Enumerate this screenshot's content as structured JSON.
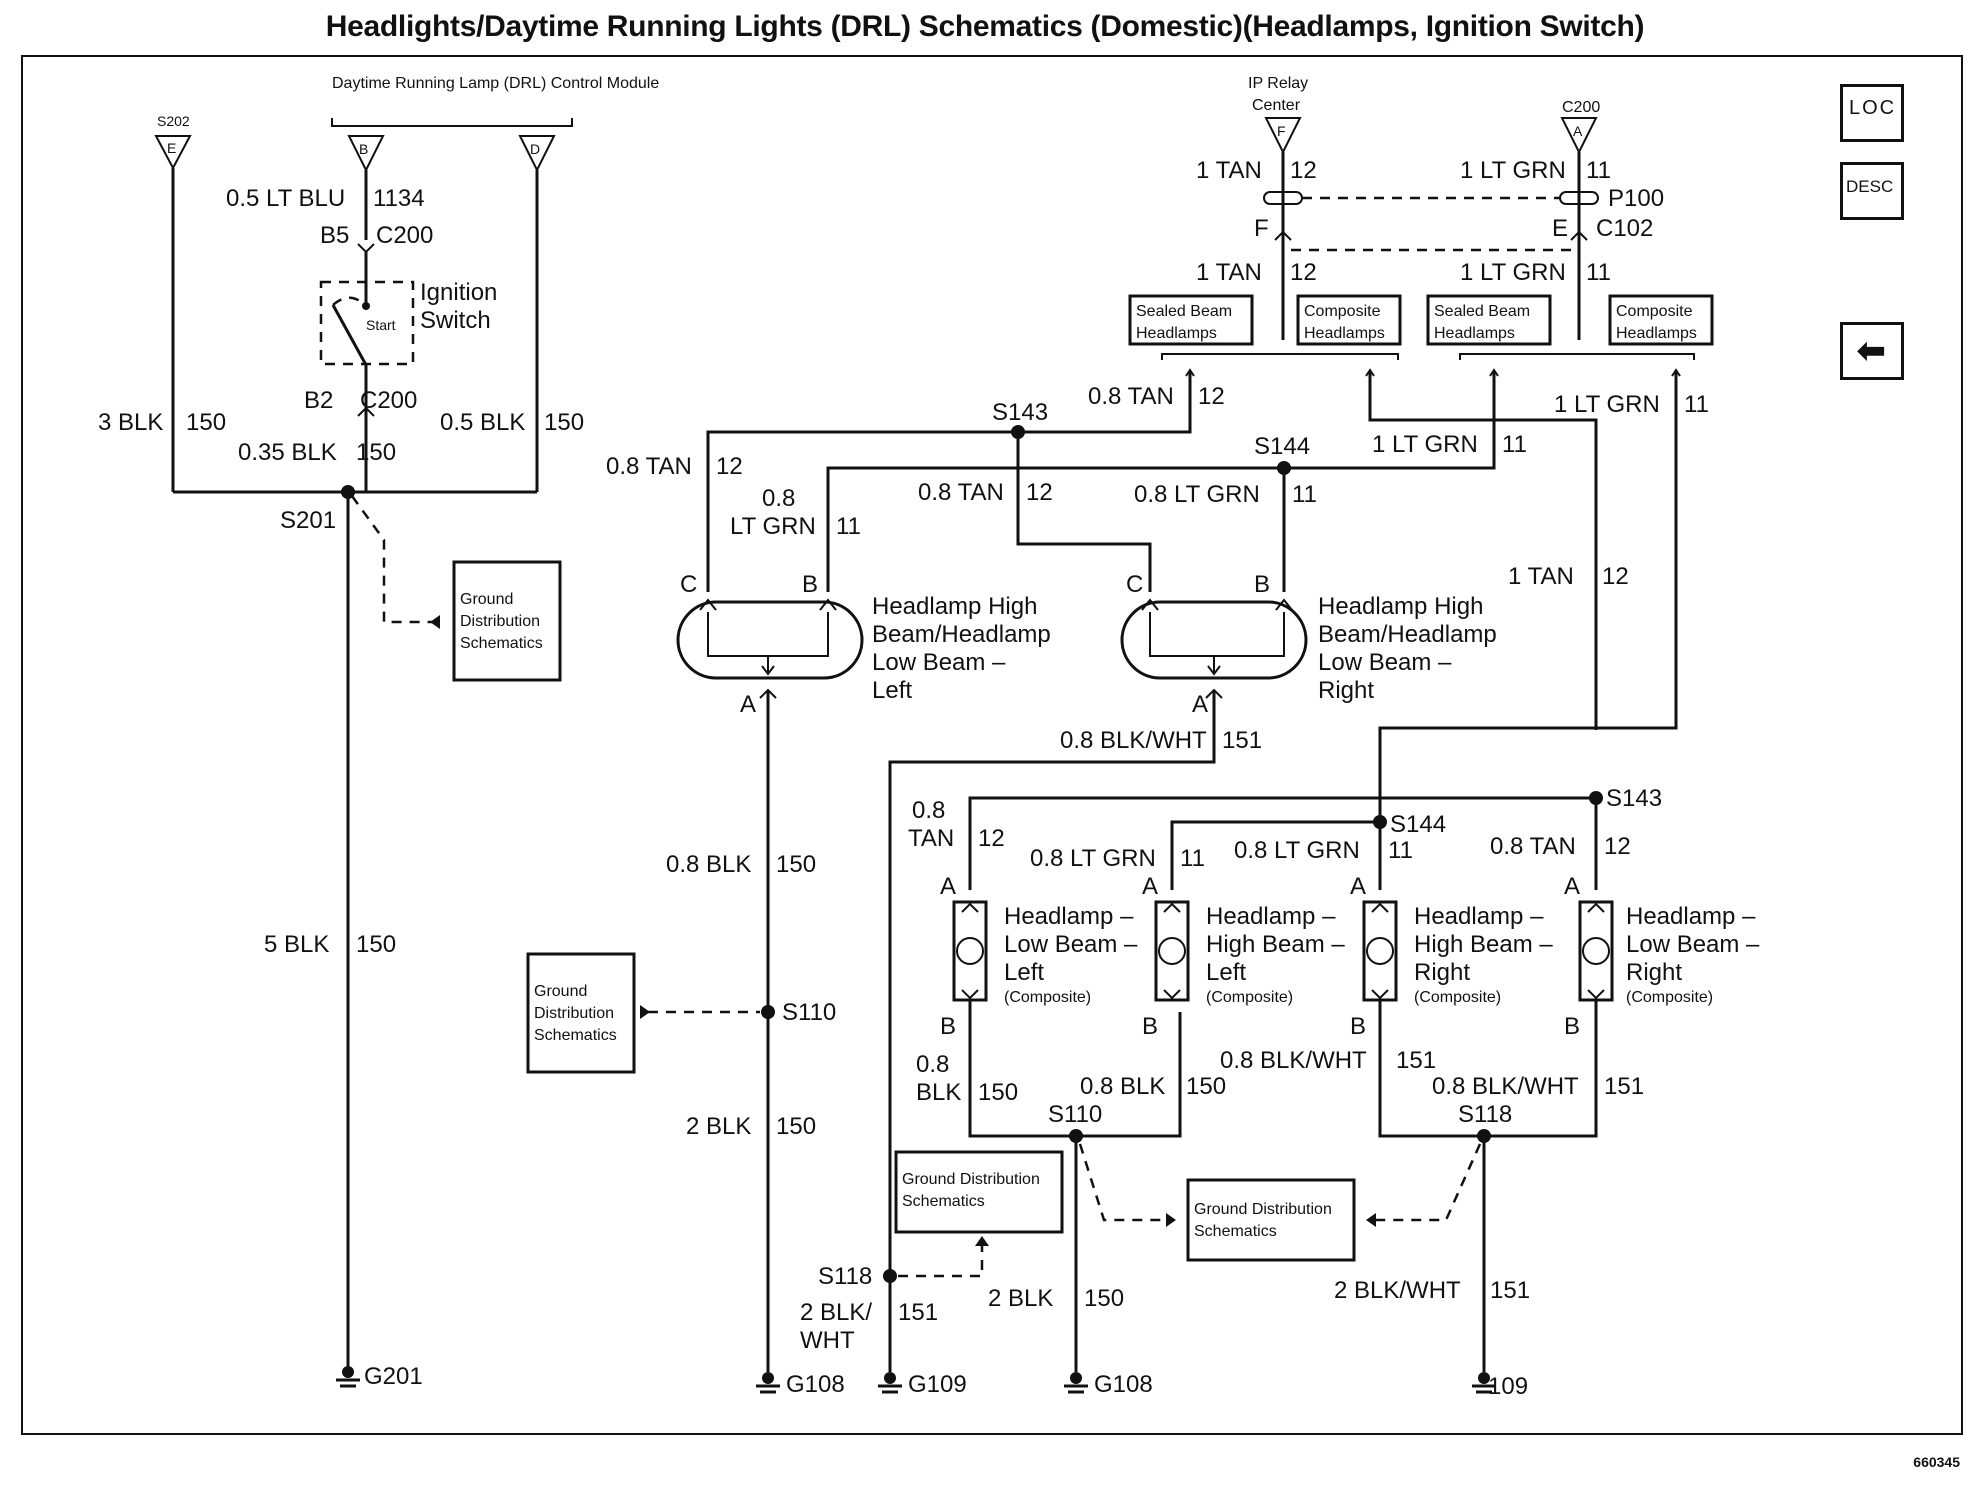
{
  "title": "Headlights/Daytime Running Lights (DRL) Schematics (Domestic)(Headlamps, Ignition Switch)",
  "figure_id": "660345",
  "nav": {
    "loc": "LOC",
    "desc": "DESC",
    "back_icon": "left-arrow-icon"
  },
  "connectors": {
    "s202": "S202",
    "s202_pin": "E",
    "drl_module": "Daytime Running Lamp (DRL) Control Module",
    "drl_pin_b": "B",
    "drl_pin_d": "D",
    "ip_relay": "IP Relay Center",
    "ip_pin": "F",
    "c200_top": "C200",
    "c200_pin": "A",
    "p100": "P100",
    "c102": "C102",
    "c102_f": "F",
    "c102_e": "E",
    "b5": "B5",
    "c200_b5": "C200",
    "b2": "B2",
    "c200_b2": "C200",
    "ignition": "Ignition Switch",
    "start": "Start"
  },
  "splices": {
    "s201": "S201",
    "s143_top": "S143",
    "s144_top": "S144",
    "s143_right": "S143",
    "s144_right": "S144",
    "s110_left": "S110",
    "s110_mid": "S110",
    "s118_right": "S118",
    "s118_left": "S118"
  },
  "grounds": {
    "g201": "G201",
    "g108_a": "G108",
    "g109_a": "G109",
    "g108_b": "G108",
    "g109_b": "109"
  },
  "wires": {
    "w_ltblu": "0.5 LT BLU",
    "w_1134": "1134",
    "w_3blk": "3 BLK",
    "w_150a": "150",
    "w_035blk": "0.35 BLK",
    "w_150b": "150",
    "w_05blk": "0.5 BLK",
    "w_150c": "150",
    "w_5blk": "5 BLK",
    "w_150d": "150",
    "w_1tan_top": "1 TAN",
    "w_12_top": "12",
    "w_1ltgrn_top": "1 LT GRN",
    "w_11_top": "11",
    "w_1tan_mid": "1 TAN",
    "w_12_mid": "12",
    "w_1ltgrn_mid": "1 LT GRN",
    "w_11_mid": "11",
    "w_08tan_s143": "0.8 TAN",
    "w_12_s143": "12",
    "w_1ltgrn_s144": "1 LT GRN",
    "w_11_s144": "11",
    "w_1ltgrn_right": "1 LT GRN",
    "w_11_right": "11",
    "w_08tan_left": "0.8 TAN",
    "w_12_left": "12",
    "w_08_ltgrn_a": "0.8",
    "w_08_ltgrn_b": "LT GRN",
    "w_11_left": "11",
    "w_08tan_mid": "0.8 TAN",
    "w_12_mid2": "12",
    "w_08ltgrn_mid": "0.8 LT GRN",
    "w_11_mid2": "11",
    "w_1tan_right": "1 TAN",
    "w_12_right": "12",
    "w_08blkwht": "0.8 BLK/WHT",
    "w_151": "151",
    "w_08blk": "0.8 BLK",
    "w_150e": "150",
    "w_2blk": "2 BLK",
    "w_150f": "150",
    "w_08tan_lo_a": "0.8",
    "w_08tan_lo_b": "TAN",
    "w_12_lo": "12",
    "w_08ltgrn_hl": "0.8 LT GRN",
    "w_11_hl": "11",
    "w_08ltgrn_hr": "0.8 LT GRN",
    "w_11_hr": "11",
    "w_08tan_lr": "0.8 TAN",
    "w_12_lr": "12",
    "w_08blk_b_a": "0.8",
    "w_08blk_b_b": "BLK",
    "w_150_b1": "150",
    "w_08blk_b2": "0.8 BLK",
    "w_150_b2": "150",
    "w_08bw_b3": "0.8 BLK/WHT",
    "w_151_b3": "151",
    "w_08bw_b4": "0.8 BLK/WHT",
    "w_151_b4": "151",
    "w_2blkwht_a": "2 BLK/",
    "w_2blkwht_b": "WHT",
    "w_151_g109": "151",
    "w_2blk_g108": "2 BLK",
    "w_150_g108": "150",
    "w_2blkwht_r": "2 BLK/WHT",
    "w_151_r": "151"
  },
  "boxes": {
    "sealed_1a": "Sealed Beam",
    "sealed_1b": "Headlamps",
    "comp_1a": "Composite",
    "comp_1b": "Headlamps",
    "sealed_2a": "Sealed Beam",
    "sealed_2b": "Headlamps",
    "comp_2a": "Composite",
    "comp_2b": "Headlamps",
    "gd1a": "Ground",
    "gd1b": "Distribution",
    "gd1c": "Schematics",
    "gd2a": "Ground",
    "gd2b": "Distribution",
    "gd2c": "Schematics",
    "gd3a": "Ground Distribution",
    "gd3b": "Schematics",
    "gd4a": "Ground Distribution",
    "gd4b": "Schematics"
  },
  "lamps": {
    "dual_left": [
      "Headlamp High",
      "Beam/Headlamp",
      "Low Beam –",
      "Left"
    ],
    "dual_right": [
      "Headlamp High",
      "Beam/Headlamp",
      "Low Beam –",
      "Right"
    ],
    "dual_pin_c": "C",
    "dual_pin_b": "B",
    "dual_pin_a": "A",
    "comp_ll": [
      "Headlamp –",
      "Low Beam –",
      "Left",
      "(Composite)"
    ],
    "comp_hl": [
      "Headlamp –",
      "High Beam –",
      "Left",
      "(Composite)"
    ],
    "comp_hr": [
      "Headlamp –",
      "High Beam –",
      "Right",
      "(Composite)"
    ],
    "comp_lr": [
      "Headlamp –",
      "Low Beam –",
      "Right",
      "(Composite)"
    ],
    "pin_a": "A",
    "pin_b": "B"
  }
}
